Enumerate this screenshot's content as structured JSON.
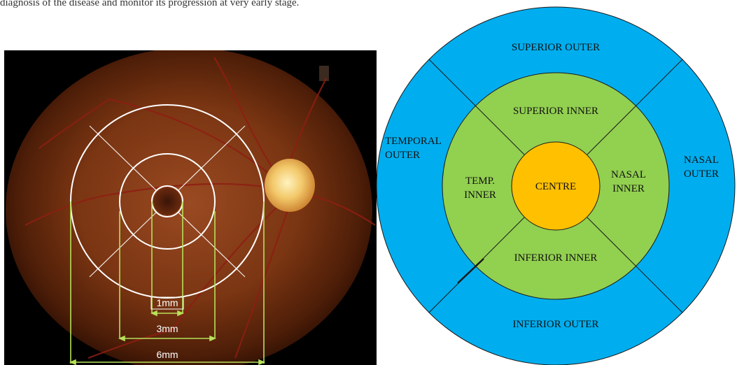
{
  "header_snippet": "diagnosis of the disease and monitor its progression at very early stage.",
  "fundus": {
    "labels": [
      "1mm",
      "3mm",
      "6mm"
    ]
  },
  "etdrs_grid": {
    "regions": {
      "superior_outer": "SUPERIOR OUTER",
      "inferior_outer": "INFERIOR OUTER",
      "temporal_outer": [
        "TEMPORAL",
        "OUTER"
      ],
      "nasal_outer": [
        "NASAL",
        "OUTER"
      ],
      "superior_inner": "SUPERIOR INNER",
      "inferior_inner": "INFERIOR INNER",
      "temporal_inner": [
        "TEMP.",
        "INNER"
      ],
      "nasal_inner": [
        "NASAL",
        "INNER"
      ],
      "centre": "CENTRE"
    },
    "colors": {
      "outer": "#00AEEF",
      "inner": "#92D050",
      "centre": "#FFC000",
      "lines": "#1a1a1a"
    }
  }
}
